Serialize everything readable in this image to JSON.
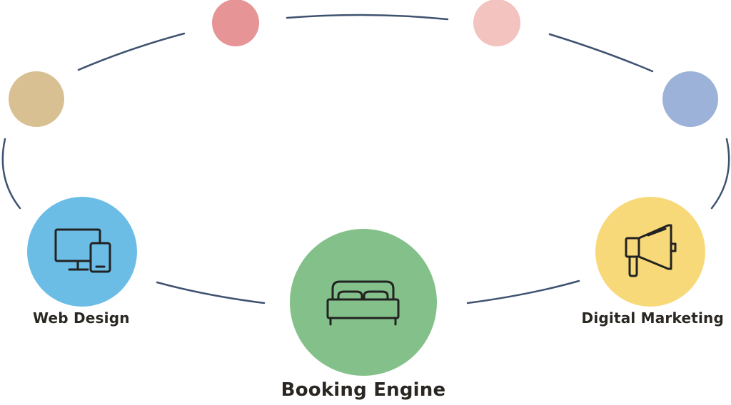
{
  "nodes": {
    "web_design": {
      "label": "Web Design",
      "color": "#6cbde6",
      "icon": "desktop-and-phone-icon"
    },
    "booking_engine": {
      "label": "Booking Engine",
      "color": "#84c18a",
      "icon": "bed-icon"
    },
    "digital_marketing": {
      "label": "Digital Marketing",
      "color": "#f8d97a",
      "icon": "megaphone-icon"
    }
  },
  "dots": [
    {
      "color": "#d8c092"
    },
    {
      "color": "#e69496"
    },
    {
      "color": "#f2c3bf"
    },
    {
      "color": "#9db2d8"
    }
  ],
  "colors": {
    "connector": "#3e5270",
    "icon_stroke": "#222222"
  }
}
